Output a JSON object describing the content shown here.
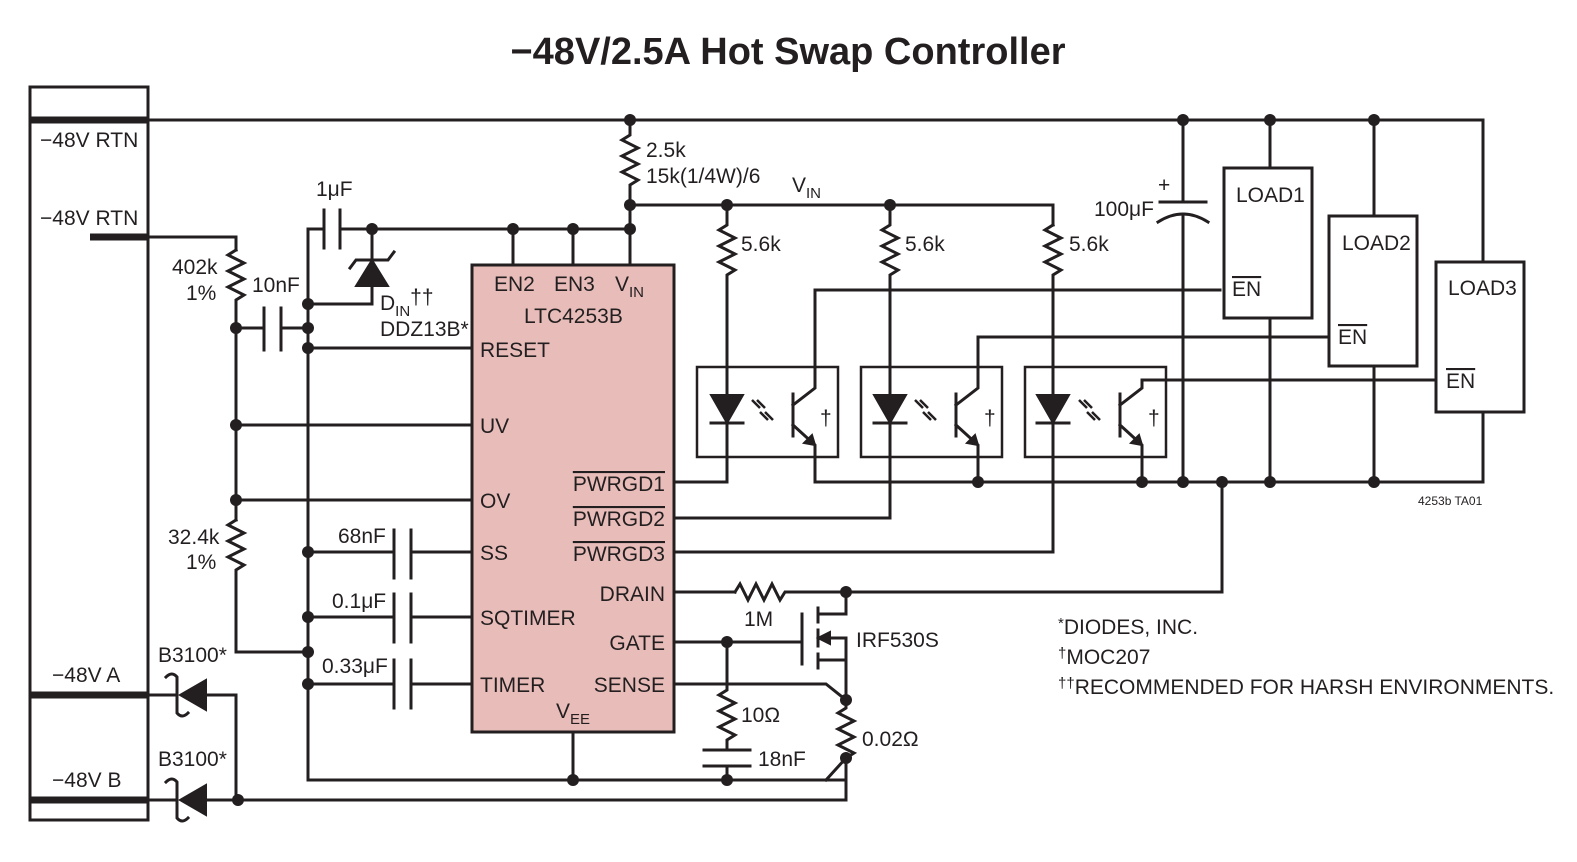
{
  "title": "−48V/2.5A Hot Swap Controller",
  "figure_id": "4253b TA01",
  "colors": {
    "ic_fill": "#e8bdb9",
    "line": "#231f20",
    "background": "#ffffff"
  },
  "connector": {
    "pins": [
      {
        "label": "−48V RTN"
      },
      {
        "label": "−48V RTN"
      },
      {
        "label": "−48V A"
      },
      {
        "label": "−48V B"
      }
    ]
  },
  "ic": {
    "part": "LTC4253B",
    "top_pins": [
      {
        "label": "EN2"
      },
      {
        "label": "EN3"
      },
      {
        "label": "V",
        "sub": "IN"
      }
    ],
    "left_pins": [
      {
        "label": "RESET"
      },
      {
        "label": "UV"
      },
      {
        "label": "OV"
      },
      {
        "label": "SS"
      },
      {
        "label": "SQTIMER"
      },
      {
        "label": "TIMER"
      }
    ],
    "right_pins": [
      {
        "label": "PWRGD1",
        "overline": true
      },
      {
        "label": "PWRGD2",
        "overline": true
      },
      {
        "label": "PWRGD3",
        "overline": true
      },
      {
        "label": "DRAIN"
      },
      {
        "label": "GATE"
      },
      {
        "label": "SENSE"
      }
    ],
    "bottom_pin": {
      "label": "V",
      "sub": "EE"
    }
  },
  "components": {
    "r_vin_top": {
      "value": "2.5k",
      "detail": "15k(1/4W)/6"
    },
    "vin_label": {
      "label": "V",
      "sub": "IN"
    },
    "c_1uf": {
      "value": "1μF"
    },
    "c_10nf": {
      "value": "10nF"
    },
    "r_402k": {
      "value": "402k",
      "tol": "1%"
    },
    "r_32k": {
      "value": "32.4k",
      "tol": "1%"
    },
    "zener": {
      "label": "D",
      "sub": "IN",
      "mark": "††",
      "part": "DDZ13B*"
    },
    "c_ss": {
      "value": "68nF"
    },
    "c_sq": {
      "value": "0.1μF"
    },
    "c_timer": {
      "value": "0.33μF"
    },
    "r_pullups": [
      {
        "value": "5.6k"
      },
      {
        "value": "5.6k"
      },
      {
        "value": "5.6k"
      }
    ],
    "opto_mark": "†",
    "c_100uf": {
      "value": "100μF",
      "polarity": "+"
    },
    "loads": [
      {
        "label": "LOAD1",
        "en": "EN"
      },
      {
        "label": "LOAD2",
        "en": "EN"
      },
      {
        "label": "LOAD3",
        "en": "EN"
      }
    ],
    "r_1m": {
      "value": "1M"
    },
    "mosfet": {
      "part": "IRF530S"
    },
    "r_10": {
      "value": "10Ω"
    },
    "c_18nf": {
      "value": "18nF"
    },
    "r_sense": {
      "value": "0.02Ω"
    },
    "diodes": [
      {
        "part": "B3100*"
      },
      {
        "part": "B3100*"
      }
    ]
  },
  "notes": [
    {
      "mark": "*",
      "text": "DIODES, INC."
    },
    {
      "mark": "†",
      "text": "MOC207"
    },
    {
      "mark": "††",
      "text": "RECOMMENDED FOR HARSH ENVIRONMENTS."
    }
  ]
}
